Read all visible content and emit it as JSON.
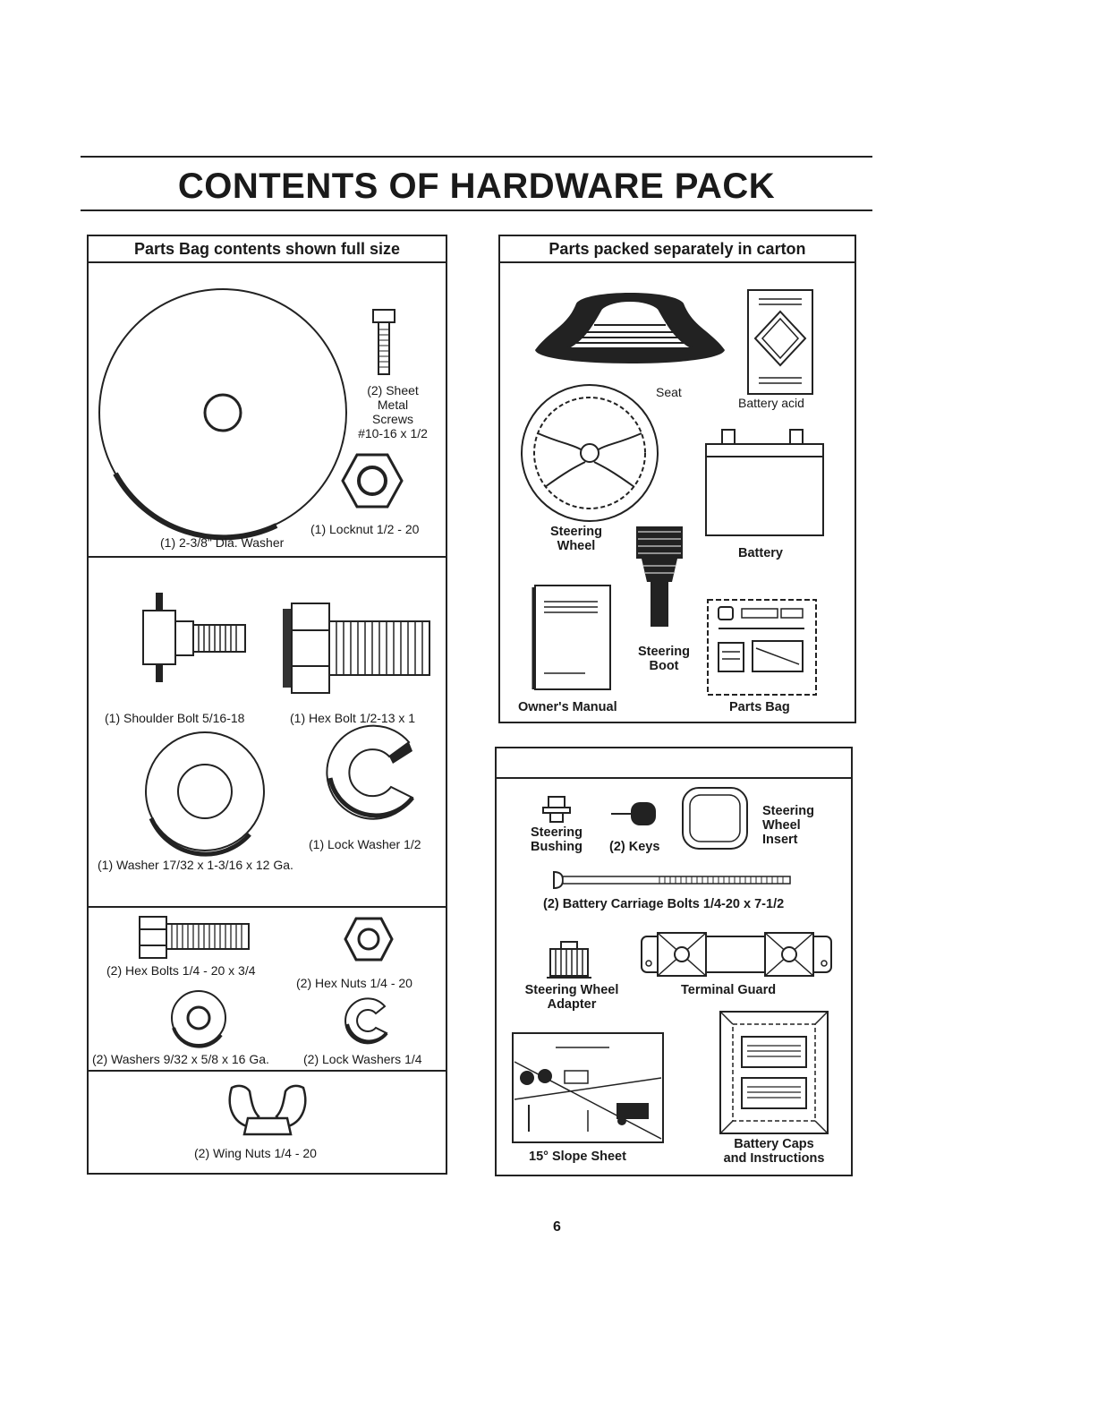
{
  "title": "CONTENTS OF HARDWARE PACK",
  "page_number": "6",
  "parts_bag": {
    "header": "Parts Bag contents shown full size",
    "sheet_metal_screws": [
      "(2) Sheet",
      "Metal",
      "Screws",
      "#10-16 x 1/2"
    ],
    "locknut": "(1) Locknut 1/2 - 20",
    "large_washer": "(1) 2-3/8\" Dia. Washer",
    "shoulder_bolt": "(1) Shoulder Bolt 5/16-18",
    "hex_bolt_large": "(1) Hex Bolt 1/2-13 x 1",
    "lock_washer_half": "(1) Lock Washer 1/2",
    "washer_1732": "(1) Washer 17/32 x 1-3/16 x 12 Ga.",
    "hex_bolts_small": "(2) Hex Bolts 1/4 - 20 x 3/4",
    "hex_nuts_small": "(2) Hex Nuts 1/4 - 20",
    "washers_small": "(2) Washers 9/32 x 5/8 x 16 Ga.",
    "lock_washers_small": "(2) Lock Washers 1/4",
    "wing_nuts": "(2) Wing Nuts 1/4 - 20"
  },
  "carton": {
    "header": "Parts packed separately in carton",
    "seat": "Seat",
    "battery_acid": "Battery acid",
    "steering_wheel": [
      "Steering",
      "Wheel"
    ],
    "battery": "Battery",
    "steering_boot": [
      "Steering",
      "Boot"
    ],
    "owners_manual": "Owner's Manual",
    "parts_bag": "Parts Bag"
  },
  "lower": {
    "steering_bushing": [
      "Steering",
      "Bushing"
    ],
    "keys": "(2) Keys",
    "steering_wheel_insert": [
      "Steering",
      "Wheel",
      "Insert"
    ],
    "carriage_bolts": "(2) Battery Carriage Bolts 1/4-20 x 7-1/2",
    "steering_wheel_adapter": [
      "Steering Wheel",
      "Adapter"
    ],
    "terminal_guard": "Terminal Guard",
    "slope_sheet": "15° Slope Sheet",
    "battery_caps": [
      "Battery Caps",
      "and Instructions"
    ]
  }
}
